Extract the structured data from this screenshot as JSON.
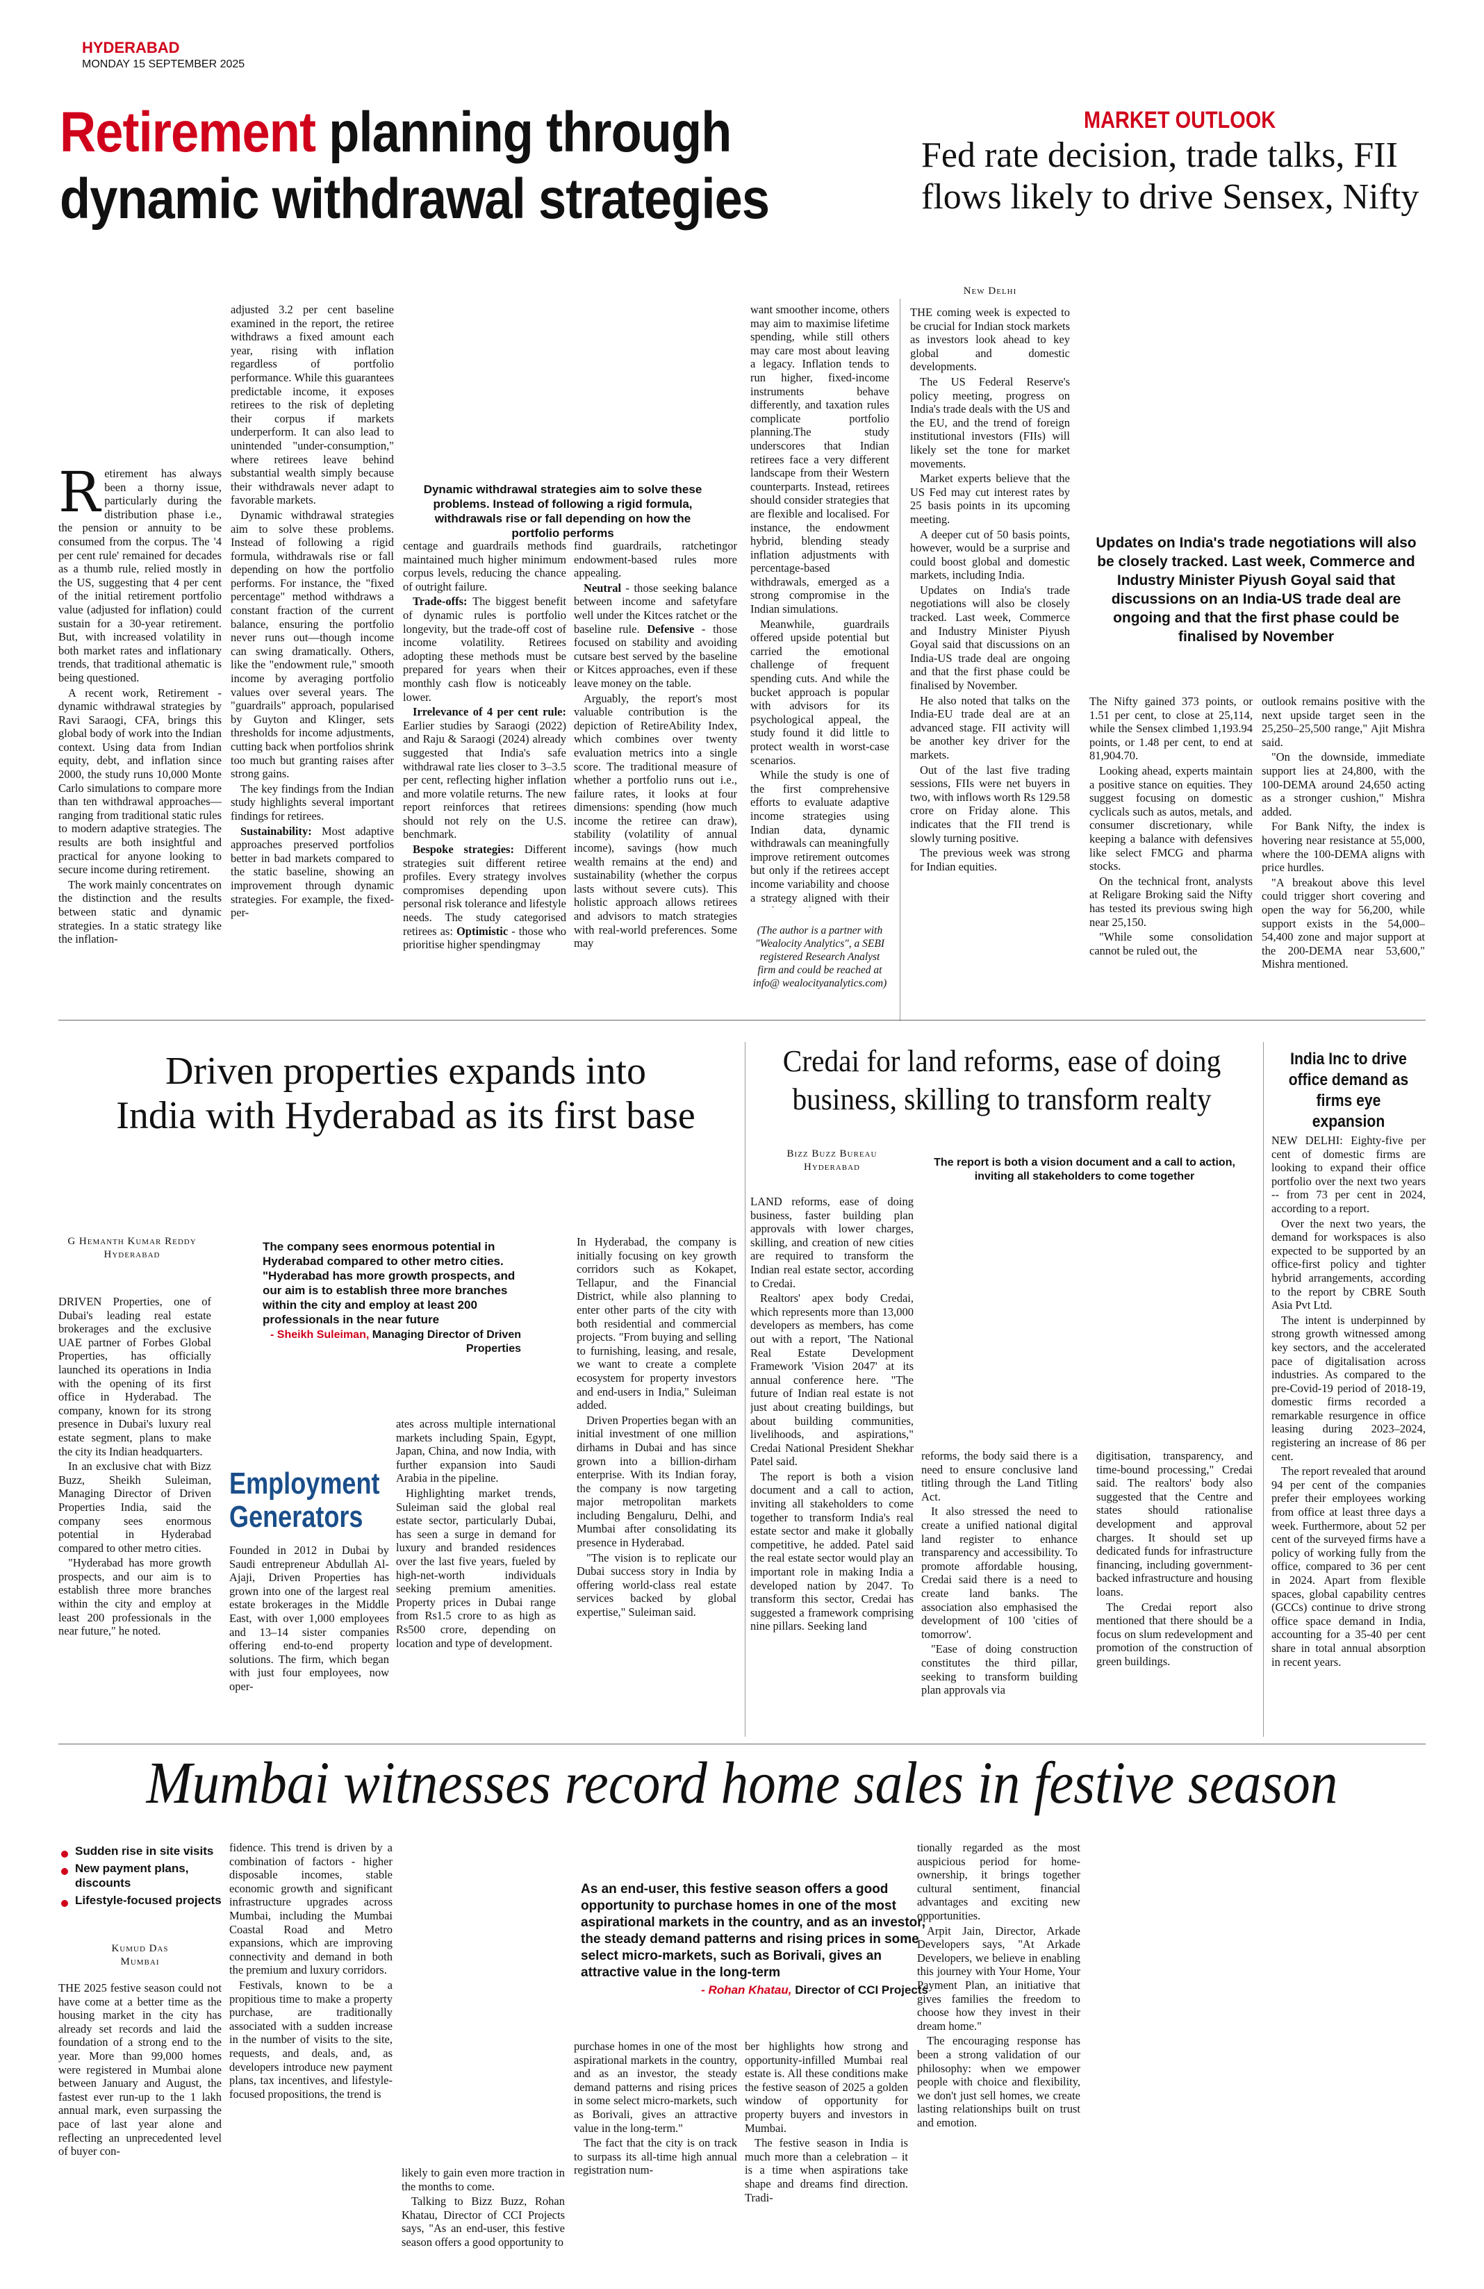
{
  "masthead": {
    "city": "HYDERABAD",
    "date": "MONDAY 15 SEPTEMBER 2025"
  },
  "retirement": {
    "headline_red": "Retirement",
    "headline_rest_line1": " planning through",
    "headline_line2": "dynamic withdrawal strategies",
    "pull_quote": "Dynamic withdrawal strategies aim to solve these problems. Instead of following a rigid formula, withdrawals rise or fall depending on how the portfolio performs",
    "dropcap": "R",
    "col1": [
      "etirement has always been a thorny issue, particularly during the distribution phase i.e., the pension or annuity to be consumed from the corpus. The '4 per cent rule' remained for decades as a thumb rule, relied mostly in the US, suggesting that 4 per cent of the initial retirement portfolio value (adjusted for inflation) could sustain for a 30-year retirement. But, with increased volatility in both market rates and inflationary trends, that traditional athematic is being questioned.",
      "A recent work, Retirement - dynamic withdrawal strategies by Ravi Saraogi, CFA, brings this global body of work into the Indian context. Using data from Indian equity, debt, and inflation since 2000, the study runs 10,000 Monte Carlo simulations to compare more than ten withdrawal approaches—ranging from traditional static rules to modern adaptive strategies. The results are both insightful and practical for anyone looking to secure income during retirement.",
      "The work mainly concentrates on the distinction and the results between static and dynamic strategies. In a static strategy like the inflation-"
    ],
    "col2": [
      "adjusted 3.2 per cent baseline examined in the report, the retiree withdraws a fixed amount each year, rising with inflation regardless of portfolio performance. While this guarantees predictable income, it exposes retirees to the risk of depleting their corpus if markets underperform. It can also lead to unintended \"under-consumption,\" where retirees leave behind substantial wealth simply because their withdrawals never adapt to favorable markets.",
      "Dynamic withdrawal strategies aim to solve these problems. Instead of following a rigid formula, withdrawals rise or fall depending on how the portfolio performs. For instance, the \"fixed percentage\" method withdraws a constant fraction of the current balance, ensuring the portfolio never runs out—though income can swing dramatically. Others, like the \"endowment rule,\" smooth income by averaging portfolio values over several years. The \"guardrails\" approach, popularised by Guyton and Klinger, sets thresholds for income adjustments, cutting back when portfolios shrink too much but granting raises after strong gains.",
      "The key findings from the Indian study highlights several important findings for retirees.",
      "@@Sustainability:@@ Most adaptive approaches preserved portfolios better in bad markets compared to the static baseline, showing an improvement through dynamic strategies. For example, the fixed-per-"
    ],
    "col3": [
      "centage and guardrails methods maintained much higher minimum corpus levels, reducing the chance of outright failure.",
      "@@Trade-offs:@@ The biggest benefit of dynamic rules is portfolio longevity, but the trade-off cost of income volatility. Retirees adopting these methods must be prepared for years when their monthly cash flow is noticeably lower.",
      "@@Irrelevance of 4 per cent rule:@@ Earlier studies by Saraogi (2022) and Raju & Saraogi (2024) already suggested that India's safe withdrawal rate lies closer to 3–3.5 per cent, reflecting higher inflation and more volatile returns. The new report reinforces that retirees should not rely on the U.S. benchmark.",
      "@@Bespoke strategies:@@ Different strategies suit different retiree profiles. Every strategy involves compromises depending upon personal risk tolerance and lifestyle needs. The study categorised retirees as: @@Optimistic@@ - those who prioritise higher spendingmay"
    ],
    "col4": [
      "find guardrails, ratchetingor endowment-based rules more appealing.",
      "@@Neutral@@ - those seeking balance between income and safetyfare well under the Kitces ratchet or the baseline rule. @@Defensive@@ - those focused on stability and avoiding cutsare best served by the baseline or Kitces approaches, even if these leave money on the table.",
      "Arguably, the report's most valuable contribution is the depiction of RetireAbility Index, which combines over twenty evaluation metrics into a single score. The traditional measure of whether a portfolio runs out i.e., failure rates, it looks at four dimensions: spending (how much income the retiree can draw), stability (volatility of annual income), savings (how much wealth remains at the end) and sustainability (whether the corpus lasts without severe cuts). This holistic approach allows retirees and advisors to match strategies with real-world preferences. Some may"
    ],
    "col5": [
      "want smoother income, others may aim to maximise lifetime spending, while still others may care most about leaving a legacy. Inflation tends to run higher, fixed-income instruments behave differently, and taxation rules complicate portfolio planning.The study underscores that Indian retirees face a very different landscape from their Western counterparts. Instead, retirees should consider strategies that are flexible and localised. For instance, the endowment hybrid, blending steady inflation adjustments with percentage-based withdrawals, emerged as a strong compromise in the Indian simulations.",
      "Meanwhile, guardrails offered upside potential but carried the emotional challenge of frequent spending cuts. And while the bucket approach is popular with advisors for its psychological appeal, the study found it did little to protect wealth in worst-case scenarios.",
      "While the study is one of the first comprehensive efforts to evaluate adaptive income strategies using Indian data, dynamic withdrawals can meaningfully improve retirement outcomes but only if the retirees accept income variability and choose a strategy aligned with their comfort level."
    ],
    "author_note": "(The author is a partner with \"Wealocity Analytics\", a SEBI registered Research Analyst firm and could be reached at info@ wealocityanalytics.com)"
  },
  "market": {
    "kicker": "MARKET OUTLOOK",
    "headline_line1": "Fed rate decision, trade talks, FII",
    "headline_line2": "flows likely to drive Sensex, Nifty",
    "dateline": "New Delhi",
    "pull_quote": "Updates on India's trade negotiations will also be closely tracked. Last week, Commerce and Industry Minister Piyush Goyal said that discussions on an India-US trade deal are ongoing and that the first phase could be finalised by November",
    "col1": [
      "THE coming week is expected to be crucial for Indian stock markets as investors look ahead to key global and domestic developments.",
      "The US Federal Reserve's policy meeting, progress on India's trade deals with the US and the EU, and the trend of foreign institutional investors (FIIs) will likely set the tone for market movements.",
      "Market experts believe that the US Fed may cut interest rates by 25 basis points in its upcoming meeting.",
      "A deeper cut of 50 basis points, however, would be a surprise and could boost global and domestic markets, including India.",
      "Updates on India's trade negotiations will also be closely tracked. Last week, Commerce and Industry Minister Piyush Goyal said that discussions on an India-US trade deal are ongoing and that the first phase could be finalised by November.",
      "He also noted that talks on the India-EU trade deal are at an advanced stage. FII activity will be another key driver for the markets.",
      "Out of the last five trading sessions, FIIs were net buyers in two, with inflows worth Rs 129.58 crore on Friday alone. This indicates that the FII trend is slowly turning positive.",
      "The previous week was strong for Indian equities."
    ],
    "col2": [
      "The Nifty gained 373 points, or 1.51 per cent, to close at 25,114, while the Sensex climbed 1,193.94 points, or 1.48 per cent, to end at 81,904.70.",
      "Looking ahead, experts maintain a positive stance on equities. They suggest focusing on domestic cyclicals such as autos, metals, and consumer discretionary, while keeping a balance with defensives like select FMCG and pharma stocks.",
      "On the technical front, analysts at Religare Broking said the Nifty has tested its previous swing high near 25,150.",
      "\"While some consolidation cannot be ruled out, the"
    ],
    "col3": [
      "outlook remains positive with the next upside target seen in the 25,250–25,500 range,\" Ajit Mishra said.",
      "\"On the downside, immediate support lies at 24,800, with the 100-DEMA around 24,650 acting as a stronger cushion,\" Mishra added.",
      "For Bank Nifty, the index is hovering near resistance at 55,000, where the 100-DEMA aligns with price hurdles.",
      "\"A breakout above this level could trigger short covering and open the way for 56,200, while support exists in the 54,000–54,400 zone and major support at the 200-DEMA near 53,600,\" Mishra mentioned."
    ]
  },
  "driven": {
    "headline_line1": "Driven properties expands into",
    "headline_line2": "India with Hyderabad as its first base",
    "byline_name": "G Hemanth Kumar Reddy",
    "byline_place": "Hyderabad",
    "quote": "The company sees enormous potential in Hyderabad compared to other metro cities. \"Hyderabad has more growth prospects, and our aim is to establish three more branches within the city and employ at least 200 professionals in the near future",
    "quote_attrib_name": "- Sheikh Suleiman,",
    "quote_attrib_title": "Managing Director of Driven Properties",
    "sidebar_line1": "Employment",
    "sidebar_line2": "Generators",
    "col1": [
      "DRIVEN Properties, one of Dubai's leading real estate brokerages and the exclusive UAE partner of Forbes Global Properties, has officially launched its operations in India with the opening of its first office in Hyderabad. The company, known for its strong presence in Dubai's luxury real estate segment, plans to make the city its Indian headquarters.",
      "In an exclusive chat with Bizz Buzz, Sheikh Suleiman, Managing Director of Driven Properties India, said the company sees enormous potential in Hyderabad compared to other metro cities.",
      "\"Hyderabad has more growth prospects, and our aim is to establish three more branches within the city and employ at least 200 professionals in the near future,\" he noted."
    ],
    "col2": [
      "Founded in 2012 in Dubai by Saudi entrepreneur Abdullah Al-Ajaji, Driven Properties has grown into one of the largest real estate brokerages in the Middle East, with over 1,000 employees and 13–14 sister companies offering end-to-end property solutions. The firm, which began with just four employees, now oper-"
    ],
    "col3": [
      "ates across multiple international markets including Spain, Egypt, Japan, China, and now India, with further expansion into Saudi Arabia in the pipeline.",
      "Highlighting market trends, Suleiman said the global real estate sector, particularly Dubai, has seen a surge in demand for luxury and branded residences over the last five years, fueled by high-net-worth individuals seeking premium amenities. Property prices in Dubai range from Rs1.5 crore to as high as Rs500 crore, depending on location and type of development."
    ],
    "col4": [
      "In Hyderabad, the company is initially focusing on key growth corridors such as Kokapet, Tellapur, and the Financial District, while also planning to enter other parts of the city with both residential and commercial projects. \"From buying and selling to furnishing, leasing, and resale, we want to create a complete ecosystem for property investors and end-users in India,\" Suleiman added.",
      "Driven Properties began with an initial investment of one million dirhams in Dubai and has since grown into a billion-dirham enterprise. With its Indian foray, the company is now targeting major metropolitan markets including Bengaluru, Delhi, and Mumbai after consolidating its presence in Hyderabad.",
      "\"The vision is to replicate our Dubai success story in India by offering world-class real estate services backed by global expertise,\" Suleiman said."
    ]
  },
  "credai": {
    "headline_line1": "Credai for land reforms, ease of doing",
    "headline_line2": "business, skilling to transform realty",
    "byline_name": "Bizz Buzz Bureau",
    "byline_place": "Hyderabad",
    "pull_quote": "The report is both a vision document and a call to action, inviting all stakeholders to come together",
    "col1": [
      "LAND reforms, ease of doing business, faster building plan approvals with lower charges, skilling, and creation of new cities are required to transform the Indian real estate sector, according to Credai.",
      "Realtors' apex body Credai, which represents more than 13,000 developers as members, has come out with a report, 'The National Real Estate Development Framework 'Vision 2047' at its annual conference here. \"The future of Indian real estate is not just about creating buildings, but about building communities, livelihoods, and aspirations,\" Credai National President Shekhar Patel said.",
      "The report is both a vision document and a call to action, inviting all stakeholders to come together to transform India's real estate sector and make it globally competitive, he added. Patel said the real estate sector would play an important role in making India a developed nation by 2047. To transform this sector, Credai has suggested a framework comprising nine pillars. Seeking land"
    ],
    "col2": [
      "reforms, the body said there is a need to ensure conclusive land titling through the Land Titling Act.",
      "It also stressed the need to create a unified national digital land register to enhance transparency and accessibility. To promote affordable housing, Credai said there is a need to create land banks. The association also emphasised the development of 100 'cities of tomorrow'.",
      "\"Ease of doing construction constitutes the third pillar, seeking to transform building plan approvals via"
    ],
    "col3": [
      "digitisation, transparency, and time-bound processing,\" Credai said. The realtors' body also suggested that the Centre and states should rationalise development and approval charges. It should set up dedicated funds for infrastructure financing, including government-backed infrastructure and housing loans.",
      "The Credai report also mentioned that there should be a focus on slum redevelopment and promotion of the construction of green buildings."
    ]
  },
  "office": {
    "headline_line1": "India Inc to drive",
    "headline_line2": "office demand as",
    "headline_line3": "firms eye expansion",
    "col1": [
      "NEW DELHI: Eighty-five per cent of domestic firms are looking to expand their office portfolio over the next two years -- from 73 per cent in 2024, according to a report.",
      "Over the next two years, the demand for workspaces is also expected to be supported by an office-first policy and tighter hybrid arrangements, according to the report by CBRE South Asia Pvt Ltd.",
      "The intent is underpinned by strong growth witnessed among key sectors, and the accelerated pace of digitalisation across industries. As compared to the pre-Covid-19 period of 2018-19, domestic firms recorded a remarkable resurgence in office leasing during 2023–2024, registering an increase of 86 per cent.",
      "The report revealed that around 94 per cent of the companies prefer their employees working from office at least three days a week. Furthermore, about 52 per cent of the surveyed firms have a policy of working fully from the office, compared to 36 per cent in 2024. Apart from flexible spaces, global capability centres (GCCs) continue to drive strong office space demand in India, accounting for a 35-40 per cent share in total annual absorption in recent years."
    ]
  },
  "mumbai": {
    "headline": "Mumbai witnesses record home sales in festive season",
    "bullets": [
      "Sudden rise in site visits",
      "New payment plans, discounts",
      "Lifestyle-focused projects"
    ],
    "byline_name": "Kumud Das",
    "byline_place": "Mumbai",
    "quote": "As an end-user, this festive season offers a good opportunity to purchase homes in one of the most aspirational markets in the country, and as an investor, the steady demand patterns and rising prices in some select micro-markets, such as Borivali, gives an attractive value in the long-term",
    "quote_attrib_name": "- Rohan Khatau,",
    "quote_attrib_title": "Director of CCI Projects",
    "col1": [
      "THE 2025 festive season could not have come at a better time as the housing market in the city has already set records and laid the foundation of a strong end to the year. More than 99,000 homes were registered in Mumbai alone between January and August, the fastest ever run-up to the 1 lakh annual mark, even surpassing the pace of last year alone and reflecting an unprecedented level of buyer con-"
    ],
    "col2": [
      "fidence. This trend is driven by a combination of factors - higher disposable incomes, stable economic growth and significant infrastructure upgrades across Mumbai, including the Mumbai Coastal Road and Metro expansions, which are improving connectivity and demand in both the premium and luxury corridors.",
      "Festivals, known to be a propitious time to make a property purchase, are traditionally associated with a sudden increase in the number of visits to the site, requests, and deals, and, as developers introduce new payment plans, tax incentives, and lifestyle-focused propositions, the trend is"
    ],
    "col3": [
      "likely to gain even more traction in the months to come.",
      "Talking to Bizz Buzz, Rohan Khatau, Director of CCI Projects says, \"As an end-user, this festive season offers a good opportunity to"
    ],
    "col4": [
      "purchase homes in one of the most aspirational markets in the country, and as an investor, the steady demand patterns and rising prices in some select micro-markets, such as Borivali, gives an attractive value in the long-term.\"",
      "The fact that the city is on track to surpass its all-time high annual registration num-"
    ],
    "col5": [
      "ber highlights how strong and opportunity-infilled Mumbai real estate is. All these conditions make the festive season of 2025 a golden window of opportunity for property buyers and investors in Mumbai.",
      "The festive season in India is much more than a celebration – it is a time when aspirations take shape and dreams find direction. Tradi-"
    ],
    "col6": [
      "tionally regarded as the most auspicious period for home-ownership, it brings together cultural sentiment, financial advantages and exciting new opportunities.",
      "Arpit Jain, Director, Arkade Developers says, \"At Arkade Developers, we believe in enabling this journey with Your Home, Your Payment Plan, an initiative that gives families the freedom to choose how they invest in their dream home.\"",
      "The encouraging response has been a strong validation of our philosophy: when we empower people with choice and flexibility, we don't just sell homes, we create lasting relationships built on trust and emotion."
    ]
  },
  "colors": {
    "accent_red": "#d0021b",
    "text": "#111111"
  }
}
